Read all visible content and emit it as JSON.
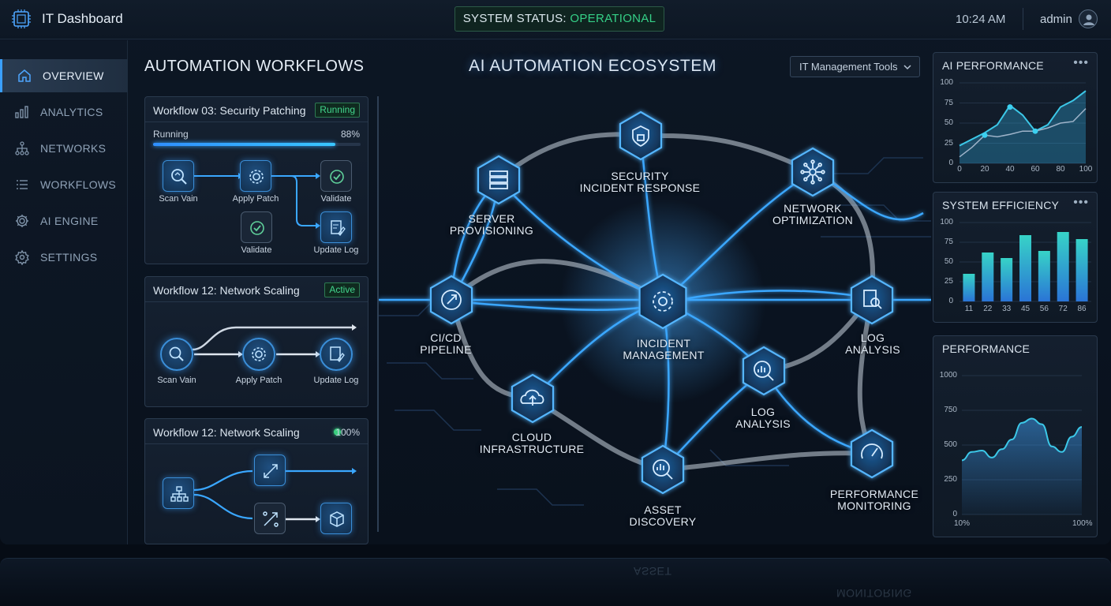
{
  "app": {
    "title": "IT Dashboard"
  },
  "header": {
    "status_prefix": "SYSTEM STATUS: ",
    "status_value": "OPERATIONAL",
    "time": "10:24 AM",
    "user": "admin"
  },
  "sidebar": {
    "items": [
      {
        "label": "OVERVIEW",
        "icon": "home-icon",
        "active": true
      },
      {
        "label": "ANALYTICS",
        "icon": "bar-chart-icon",
        "active": false
      },
      {
        "label": "NETWORKS",
        "icon": "network-icon",
        "active": false
      },
      {
        "label": "WORKFLOWS",
        "icon": "list-icon",
        "active": false
      },
      {
        "label": "AI ENGINE",
        "icon": "gear-icon",
        "active": false
      },
      {
        "label": "SETTINGS",
        "icon": "settings-icon",
        "active": false
      }
    ]
  },
  "workflows": {
    "title": "AUTOMATION WORKFLOWS",
    "cards": [
      {
        "title": "Workflow 03: Security Patching",
        "badge": "Running",
        "progress_label": "Running",
        "progress_text": "88%",
        "progress": 0.88,
        "steps": [
          "Scan Vain",
          "Apply Patch",
          "Validate",
          "Validate",
          "Update Log"
        ]
      },
      {
        "title": "Workflow 12: Network Scaling",
        "badge": "Active",
        "steps": [
          "Scan Vain",
          "Apply Patch",
          "Update Log"
        ]
      },
      {
        "title": "Workflow 12: Network Scaling",
        "badge": "100%",
        "status_color": "#3bd07f"
      }
    ]
  },
  "ecosystem": {
    "title": "AI AUTOMATION ECOSYSTEM",
    "filter": "IT Management Tools",
    "nodes": [
      {
        "label": [
          "SECURITY",
          "INCIDENT RESPONSE"
        ],
        "icon": "shield-lock-icon"
      },
      {
        "label": [
          "SERVER",
          "PROVISIONING"
        ],
        "icon": "server-icon"
      },
      {
        "label": [
          "NETWORK",
          "OPTIMIZATION"
        ],
        "icon": "network-hub-icon"
      },
      {
        "label": [
          "CI/CD",
          "PIPELINE"
        ],
        "icon": "pipeline-icon"
      },
      {
        "label": [
          "INCIDENT",
          "MANAGEMENT"
        ],
        "icon": "gear-icon"
      },
      {
        "label": [
          "LOG",
          "ANALYSIS"
        ],
        "icon": "document-search-icon"
      },
      {
        "label": [
          "LOG",
          "ANALYSIS"
        ],
        "icon": "chart-search-icon"
      },
      {
        "label": [
          "CLOUD",
          "INFRASTRUCTURE"
        ],
        "icon": "cloud-upload-icon"
      },
      {
        "label": [
          "ASSET",
          "DISCOVERY"
        ],
        "icon": "asset-search-icon"
      },
      {
        "label": [
          "PERFORMANCE",
          "MONITORING"
        ],
        "icon": "gauge-icon"
      }
    ]
  },
  "chart_data": [
    {
      "type": "line",
      "title": "AI PERFORMANCE",
      "x": [
        0,
        10,
        20,
        30,
        40,
        50,
        60,
        70,
        80,
        90,
        100
      ],
      "xticks": [
        "0",
        "20",
        "40",
        "60",
        "80",
        "100"
      ],
      "yticks": [
        "100",
        "75",
        "50",
        "25",
        "0"
      ],
      "ylim": [
        0,
        100
      ],
      "series": [
        {
          "values": [
            22,
            30,
            38,
            48,
            72,
            60,
            40,
            48,
            70,
            78,
            90
          ]
        },
        {
          "values": [
            8,
            20,
            35,
            33,
            36,
            40,
            40,
            44,
            50,
            52,
            68
          ]
        }
      ],
      "markers": [
        [
          20,
          35
        ],
        [
          40,
          70
        ],
        [
          60,
          40
        ]
      ]
    },
    {
      "type": "bar",
      "title": "SYSTEM EFFICIENCY",
      "categories": [
        "11",
        "22",
        "33",
        "45",
        "56",
        "72",
        "86"
      ],
      "values": [
        35,
        62,
        55,
        84,
        64,
        88,
        79
      ],
      "yticks": [
        "100",
        "75",
        "50",
        "25",
        "0"
      ],
      "ylim": [
        0,
        100
      ]
    },
    {
      "type": "area",
      "title": "PERFORMANCE",
      "yticks": [
        "1000",
        "750",
        "500",
        "250",
        "0"
      ],
      "xticks": [
        "10%",
        "100%"
      ],
      "ylim": [
        0,
        1000
      ],
      "values": [
        390,
        450,
        460,
        410,
        470,
        540,
        660,
        690,
        650,
        490,
        450,
        560,
        630
      ]
    }
  ],
  "colors": {
    "accent": "#3aa0ff",
    "ok": "#35d087",
    "bar_top": "#37d3c7",
    "bar_bottom": "#2a74d6"
  }
}
